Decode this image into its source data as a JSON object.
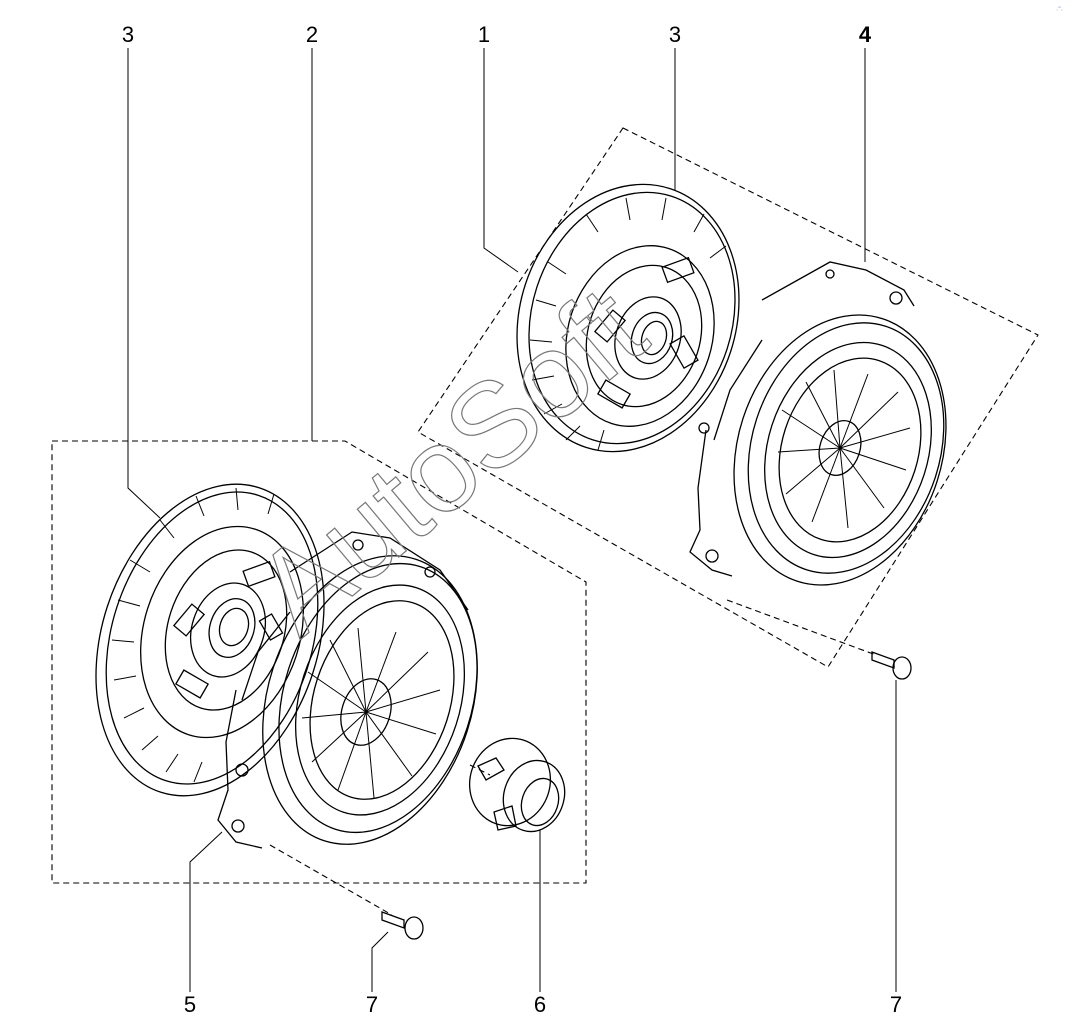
{
  "callouts": {
    "top_left_3": "3",
    "top_2": "2",
    "top_1": "1",
    "top_right_3": "3",
    "top_4": "4",
    "bottom_5": "5",
    "bottom_left_7": "7",
    "bottom_6": "6",
    "bottom_right_7": "7"
  },
  "watermark": {
    "text": "AutoSoft"
  },
  "corner_mark": {
    "text": "·˜·"
  },
  "colors": {
    "line": "#000000",
    "background": "#ffffff",
    "watermark": "#777777"
  }
}
